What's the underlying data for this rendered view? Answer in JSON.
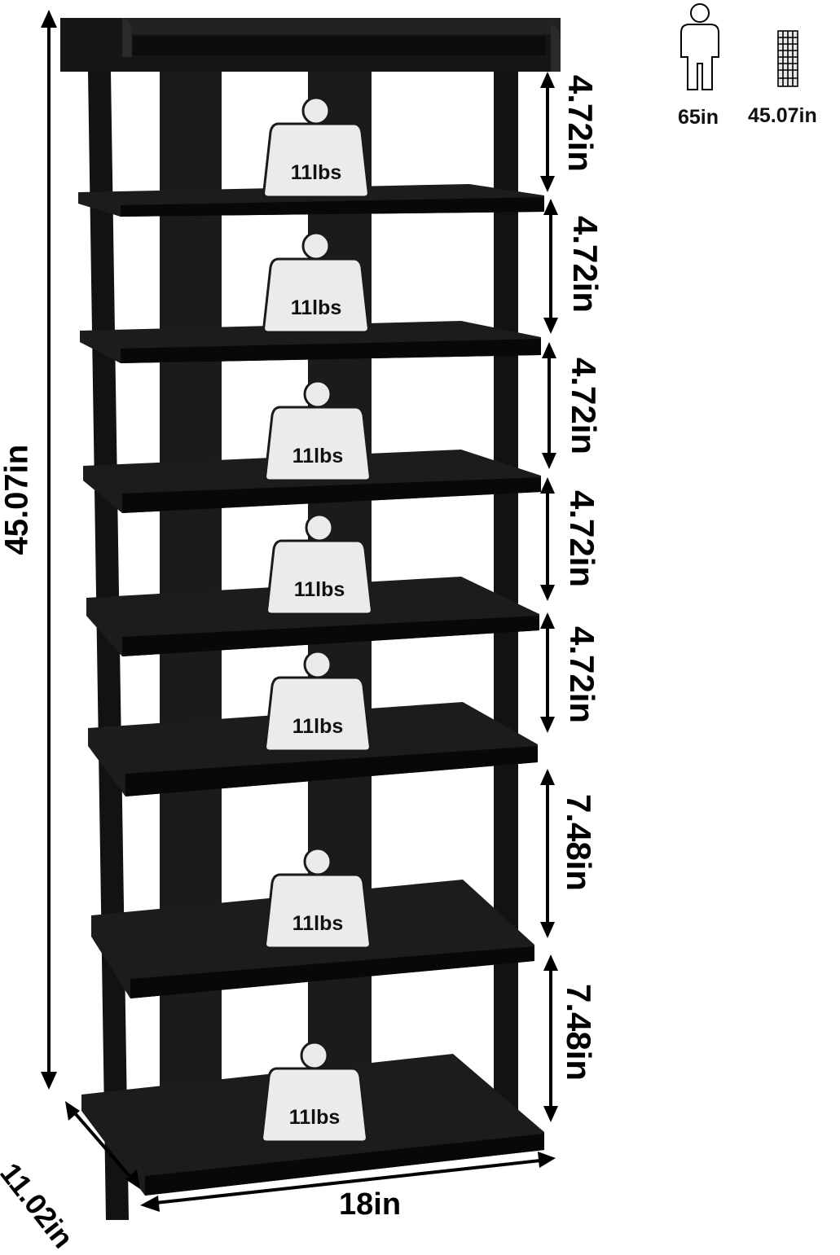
{
  "colors": {
    "shelf": "#1a1a1a",
    "shelf_edge": "#050505",
    "rail": "#121212",
    "weight_fill": "#ebebeb",
    "weight_stroke": "#1a1a1a",
    "dimension_line": "#000000"
  },
  "dimensions": {
    "total_height": "45.07in",
    "width": "18in",
    "depth": "11.02in"
  },
  "tier_gaps": [
    "4.72in",
    "4.72in",
    "4.72in",
    "4.72in",
    "4.72in",
    "7.48in",
    "7.48in"
  ],
  "weights": [
    "11lbs",
    "11lbs",
    "11lbs",
    "11lbs",
    "11lbs",
    "11lbs",
    "11lbs"
  ],
  "size_reference": {
    "person_icon": "person-icon",
    "person_height": "65in",
    "rack_icon": "shoe-rack-icon",
    "rack_height": "45.07in"
  }
}
